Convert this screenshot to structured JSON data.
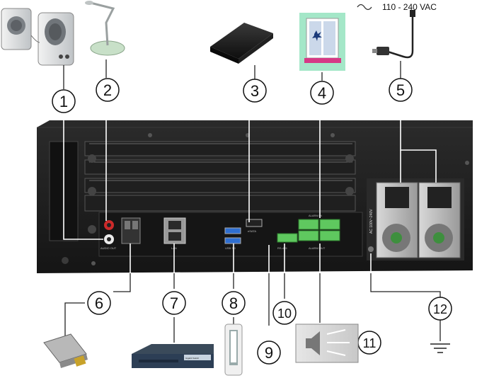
{
  "power_label": "110 - 240 VAC",
  "callouts": [
    "1",
    "2",
    "3",
    "4",
    "5",
    "6",
    "7",
    "8",
    "9",
    "10",
    "11",
    "12"
  ],
  "panel_labels": {
    "audio_out": "AUDIO OUT",
    "lan": "LAN",
    "usb": "USB 3.0",
    "esata": "eSATA",
    "rs485": "RS-485",
    "alarm_in": "ALARM IN",
    "alarm_out": "ALARM OUT",
    "ac_rating": "AC 100V~240V"
  },
  "switch_label": "Gigabit Switch",
  "colors": {
    "accent_green": "#5fc85f",
    "chassis": "#1b1b1b",
    "wall_green": "#9fe6c8",
    "lamp_green": "#c8e0c8"
  }
}
